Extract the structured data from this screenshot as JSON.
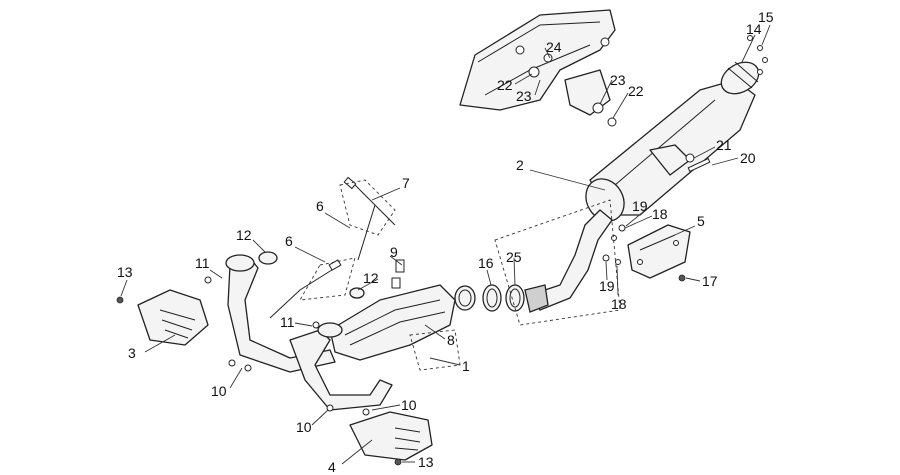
{
  "callouts": [
    "1",
    "2",
    "3",
    "4",
    "5",
    "6",
    "6",
    "7",
    "8",
    "9",
    "10",
    "10",
    "10",
    "10",
    "11",
    "11",
    "12",
    "12",
    "13",
    "13",
    "14",
    "15",
    "16",
    "17",
    "18",
    "18",
    "19",
    "19",
    "20",
    "21",
    "22",
    "22",
    "23",
    "23",
    "24",
    "25"
  ]
}
